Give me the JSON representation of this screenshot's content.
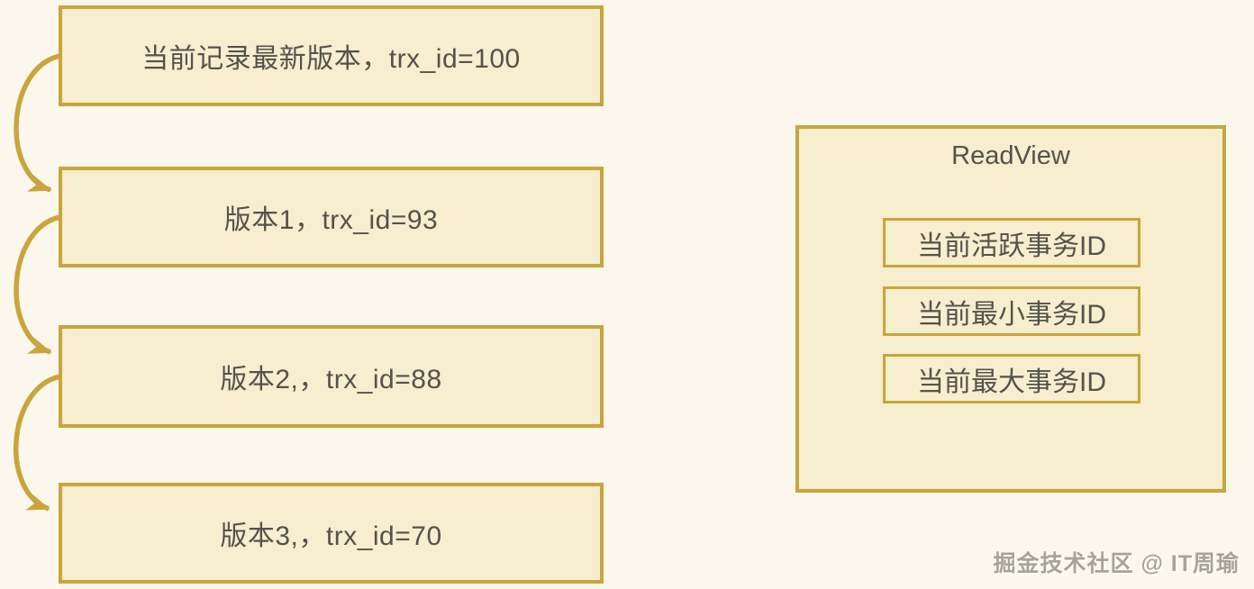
{
  "colors": {
    "border_gold": "#c9a53c",
    "box_fill": "#f7eecf",
    "page_bg": "#fbf7ec",
    "text": "#54524a"
  },
  "version_chain": {
    "boxes": [
      {
        "label": "当前记录最新版本，trx_id=100"
      },
      {
        "label": "版本1，trx_id=93"
      },
      {
        "label": "版本2,，trx_id=88"
      },
      {
        "label": "版本3,，trx_id=70"
      }
    ]
  },
  "readview": {
    "title": "ReadView",
    "fields": [
      {
        "label": "当前活跃事务ID"
      },
      {
        "label": "当前最小事务ID"
      },
      {
        "label": "当前最大事务ID"
      }
    ]
  },
  "watermark": {
    "text": "掘金技术社区 @ IT周瑜"
  }
}
